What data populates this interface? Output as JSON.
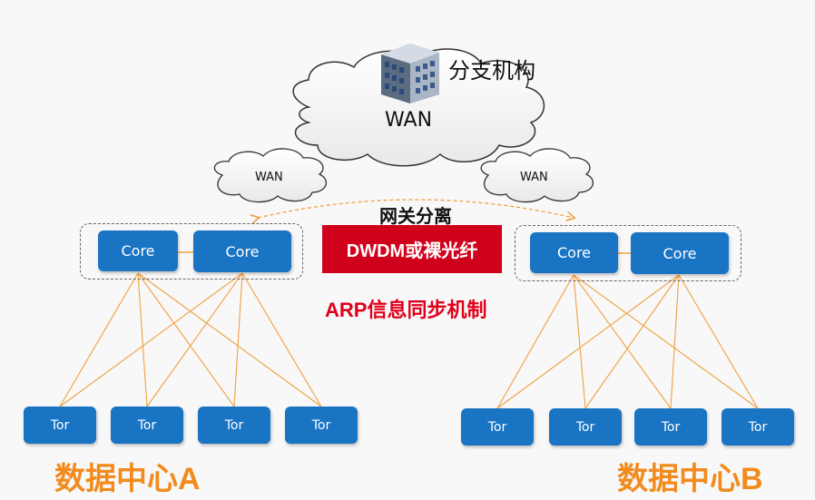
{
  "branch": {
    "label": "分支机构"
  },
  "wan": {
    "main": "WAN",
    "left": "WAN",
    "right": "WAN"
  },
  "gateway": {
    "label": "网关分离"
  },
  "link": {
    "label": "DWDM或裸光纤"
  },
  "sync": {
    "label": "ARP信息同步机制"
  },
  "dc_a": {
    "label": "数据中心A",
    "core": [
      "Core",
      "Core"
    ],
    "tor": [
      "Tor",
      "Tor",
      "Tor",
      "Tor"
    ]
  },
  "dc_b": {
    "label": "数据中心B",
    "core": [
      "Core",
      "Core"
    ],
    "tor": [
      "Tor",
      "Tor",
      "Tor",
      "Tor"
    ]
  },
  "colors": {
    "node": "#1a74c4",
    "link_line": "#f0a040",
    "dwdm_bg": "#d0021b",
    "arp_text": "#e0001b",
    "dc_label": "#f28b1e"
  },
  "icons": {
    "building": "office-building-icon",
    "cloud": "cloud-icon"
  }
}
